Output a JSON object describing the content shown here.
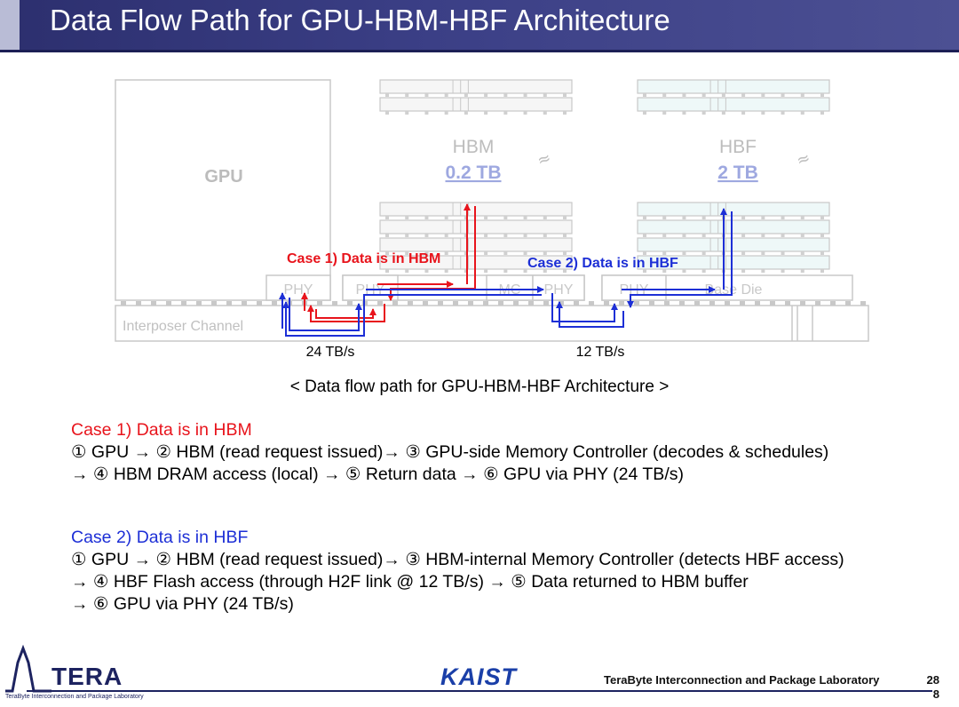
{
  "title": "Data Flow Path for GPU-HBM-HBF Architecture",
  "diagram": {
    "gpu_label": "GPU",
    "hbm_label": "HBM",
    "hbm_capacity": "0.2 TB",
    "hbf_label": "HBF",
    "hbf_capacity": "2 TB",
    "squiggle": "≈",
    "phy_label": "PHY",
    "mc_label": "MC",
    "base_die_label": "Base Die",
    "interposer_label": "Interposer Channel",
    "case1_label": "Case 1) Data is in HBM",
    "case2_label": "Case 2) Data is in HBF",
    "bw_left": "24 TB/s",
    "bw_right": "12 TB/s",
    "colors": {
      "case1": "#e8141c",
      "case2": "#1d2fd6",
      "faded": "#c8c8c8"
    }
  },
  "caption": "< Data flow path for GPU-HBM-HBF Architecture >",
  "case1": {
    "heading": "Case 1) Data is in HBM",
    "line1": "① GPU → ② HBM (read request issued)→ ③ GPU-side Memory Controller (decodes & schedules)",
    "line2": "→ ④ HBM DRAM access (local) → ⑤ Return data → ⑥ GPU via PHY (24 TB/s)"
  },
  "case2": {
    "heading": "Case 2) Data is in HBF",
    "line1": "① GPU → ② HBM (read request issued)→ ③ HBM-internal Memory Controller (detects HBF access)",
    "line2": "→ ④ HBF Flash access (through H2F link @ 12 TB/s) → ⑤ Data returned to HBM buffer",
    "line3": "→ ⑥ GPU via PHY (24 TB/s)"
  },
  "footer": {
    "tera_logo": "TERA",
    "tera_subtitle": "TeraByte Interconnection and Package Laboratory",
    "kaist_logo": "KAIST",
    "lab_name": "TeraByte Interconnection and Package Laboratory",
    "page_number": "28",
    "page_number_suffix": "8"
  }
}
